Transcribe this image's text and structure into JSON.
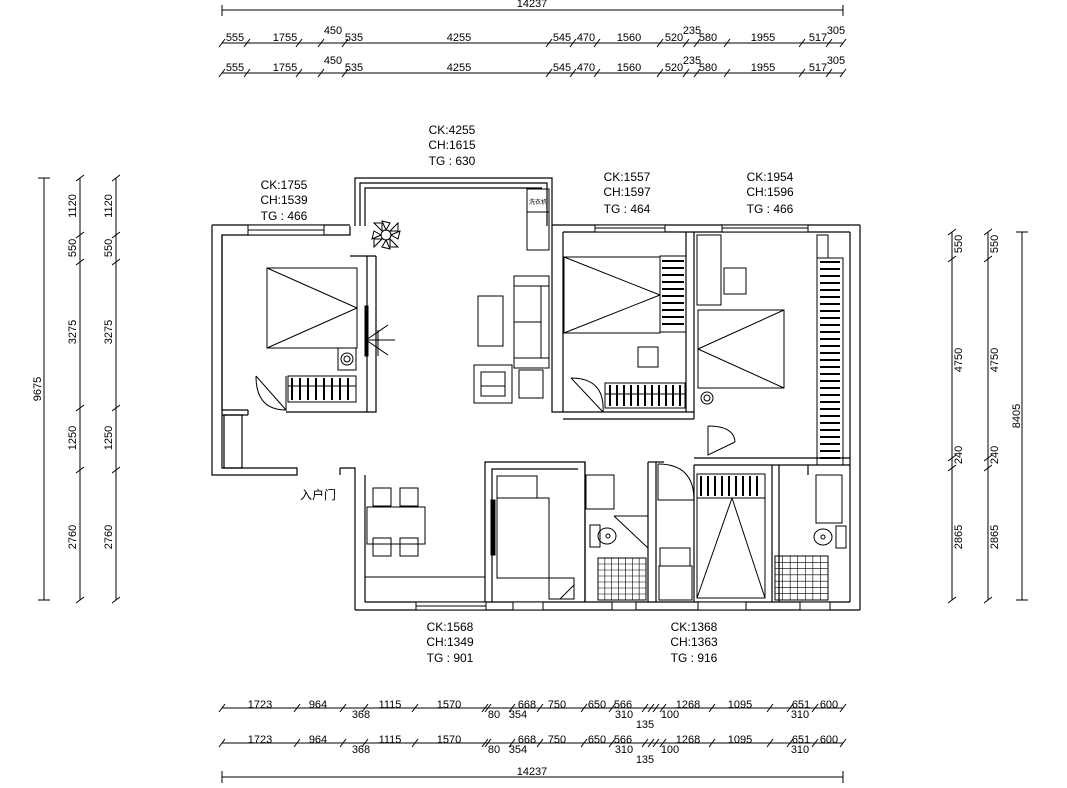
{
  "overall_width": "14237",
  "overall_height_left": "9675",
  "overall_height_right": "8405",
  "top_dims_row1": [
    "555",
    "1755",
    "450",
    "535",
    "4255",
    "545",
    "470",
    "1560",
    "520",
    "235",
    "580",
    "1955",
    "517",
    "305"
  ],
  "top_dims_row2": [
    "555",
    "1755",
    "450",
    "535",
    "4255",
    "545",
    "470",
    "1560",
    "520",
    "235",
    "580",
    "1955",
    "517",
    "305"
  ],
  "bottom_dims_row1": [
    "1723",
    "964",
    "368",
    "1115",
    "1570",
    "80",
    "354",
    "668",
    "750",
    "650",
    "566",
    "310",
    "135",
    "100",
    "1268",
    "1095",
    "310",
    "651",
    "600"
  ],
  "bottom_dims_row2": [
    "1723",
    "964",
    "368",
    "1115",
    "1570",
    "80",
    "354",
    "668",
    "750",
    "650",
    "566",
    "310",
    "135",
    "100",
    "1268",
    "1095",
    "310",
    "651",
    "600"
  ],
  "left_dims": [
    "1120",
    "550",
    "3275",
    "1250",
    "2760"
  ],
  "right_dims": [
    "550",
    "4750",
    "240",
    "2865"
  ],
  "windows": [
    {
      "ck": "CK:1755",
      "ch": "CH:1539",
      "tg": "TG : 466"
    },
    {
      "ck": "CK:4255",
      "ch": "CH:1615",
      "tg": "TG : 630"
    },
    {
      "ck": "CK:1557",
      "ch": "CH:1597",
      "tg": "TG : 464"
    },
    {
      "ck": "CK:1954",
      "ch": "CH:1596",
      "tg": "TG : 466"
    },
    {
      "ck": "CK:1568",
      "ch": "CH:1349",
      "tg": "TG : 901"
    },
    {
      "ck": "CK:1368",
      "ch": "CH:1363",
      "tg": "TG : 916"
    }
  ],
  "entrance_label": "入户门",
  "appliance_label": "洗衣机"
}
